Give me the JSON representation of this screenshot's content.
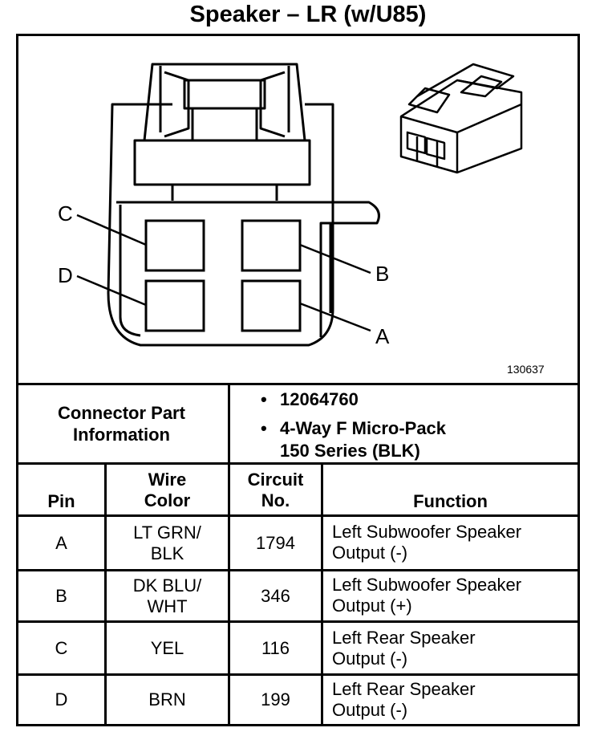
{
  "title": "Speaker – LR (w/U85)",
  "diagram": {
    "reference_number": "130637",
    "pin_callouts": [
      "A",
      "B",
      "C",
      "D"
    ]
  },
  "connector": {
    "label": "Connector Part Information",
    "part_number": "12064760",
    "description_line1": "4-Way F Micro-Pack",
    "description_line2": "150 Series (BLK)"
  },
  "table": {
    "headers": {
      "pin": "Pin",
      "wire_color_line1": "Wire",
      "wire_color_line2": "Color",
      "circuit_line1": "Circuit",
      "circuit_line2": "No.",
      "function": "Function"
    },
    "rows": [
      {
        "pin": "A",
        "wire_line1": "LT GRN/",
        "wire_line2": "BLK",
        "circuit": "1794",
        "function_line1": "Left Subwoofer Speaker",
        "function_line2": "Output (-)"
      },
      {
        "pin": "B",
        "wire_line1": "DK BLU/",
        "wire_line2": "WHT",
        "circuit": "346",
        "function_line1": "Left Subwoofer Speaker",
        "function_line2": "Output (+)"
      },
      {
        "pin": "C",
        "wire_line1": "YEL",
        "wire_line2": "",
        "circuit": "116",
        "function_line1": "Left Rear Speaker",
        "function_line2": "Output (-)"
      },
      {
        "pin": "D",
        "wire_line1": "BRN",
        "wire_line2": "",
        "circuit": "199",
        "function_line1": "Left Rear Speaker",
        "function_line2": "Output (-)"
      }
    ]
  }
}
